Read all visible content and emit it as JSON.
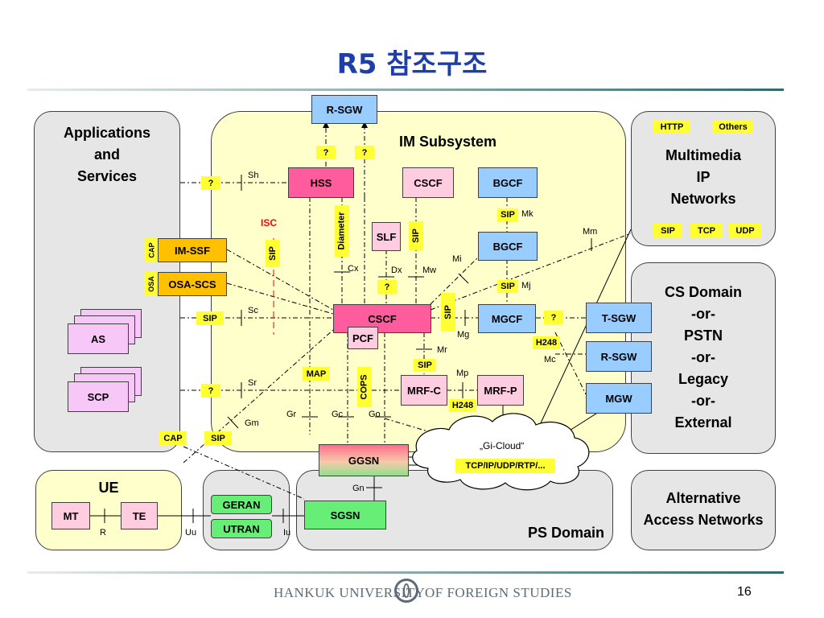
{
  "slide": {
    "title": "R5 참조구조",
    "page_number": "16"
  },
  "footer": {
    "university_left": "HANKUK UNIVERSITY",
    "university_right": "OF FOREIGN STUDIES"
  },
  "panels": {
    "apps": "Applications\nand\nServices",
    "im": "IM Subsystem",
    "mm": "Multimedia\nIP\nNetworks",
    "cs": "CS Domain\n-or-\nPSTN\n-or-\nLegacy\n-or-\nExternal",
    "ue": "UE",
    "alt": "Alternative\nAccess Networks",
    "ps": "PS Domain"
  },
  "nodes": {
    "rsgw_top": "R-SGW",
    "hss": "HSS",
    "cscf_top": "CSCF",
    "bgcf1": "BGCF",
    "bgcf2": "BGCF",
    "slf": "SLF",
    "cscf_main": "CSCF",
    "pcf": "PCF",
    "mgcf": "MGCF",
    "mrfc": "MRF-C",
    "mrfp": "MRF-P",
    "imssf": "IM-SSF",
    "osascs": "OSA-SCS",
    "as": "AS",
    "scp": "SCP",
    "tsgw": "T-SGW",
    "rsgw_cs": "R-SGW",
    "mgw": "MGW",
    "ggsn": "GGSN",
    "sgsn": "SGSN",
    "geran": "GERAN",
    "utran": "UTRAN",
    "mt": "MT",
    "te": "TE"
  },
  "protocol_labels": {
    "q_rsgw1": "?",
    "q_rsgw2": "?",
    "q_sh": "?",
    "sip_sc": "SIP",
    "q_sr": "?",
    "cap": "CAP",
    "sip_gm": "SIP",
    "diameter": "Diameter",
    "sip_isc": "SIP",
    "sip_cscf": "SIP",
    "sip_mk": "SIP",
    "sip_mj": "SIP",
    "sip_mg": "SIP",
    "q_dx": "?",
    "sip_mr": "SIP",
    "map": "MAP",
    "cops": "COPS",
    "h248_mp": "H248",
    "q_mgcf": "?",
    "h248_mc": "H248",
    "cap_vertical": "CAP",
    "osa_vertical": "OSA",
    "http": "HTTP",
    "others": "Others",
    "sip_mm": "SIP",
    "tcp": "TCP",
    "udp": "UDP",
    "tcpip": "TCP/IP/UDP/RTP/..."
  },
  "interface_names": {
    "sh": "Sh",
    "sc": "Sc",
    "sr": "Sr",
    "gm": "Gm",
    "isc": "ISC",
    "cx": "Cx",
    "dx": "Dx",
    "mw": "Mw",
    "mk": "Mk",
    "mj": "Mj",
    "mi": "Mi",
    "mg": "Mg",
    "mr": "Mr",
    "mp": "Mp",
    "mc": "Mc",
    "mm": "Mm",
    "gr": "Gr",
    "gc": "Gc",
    "go": "Go",
    "gn": "Gn",
    "r": "R",
    "uu": "Uu",
    "iu": "Iu",
    "gi_cloud": "„Gi-Cloud“"
  },
  "colors": {
    "title": "#1f3fa8",
    "panel_gray": "#e6e6e6",
    "panel_yellow": "#ffffcc",
    "hss_pink": "#ff5c9d",
    "light_pink": "#ffcce0",
    "blue": "#99ccff",
    "orange": "#ffc000",
    "green": "#66ee77",
    "lavender": "#f7c7f7",
    "label_yellow": "#ffff33",
    "isc_red": "#ff0000"
  }
}
